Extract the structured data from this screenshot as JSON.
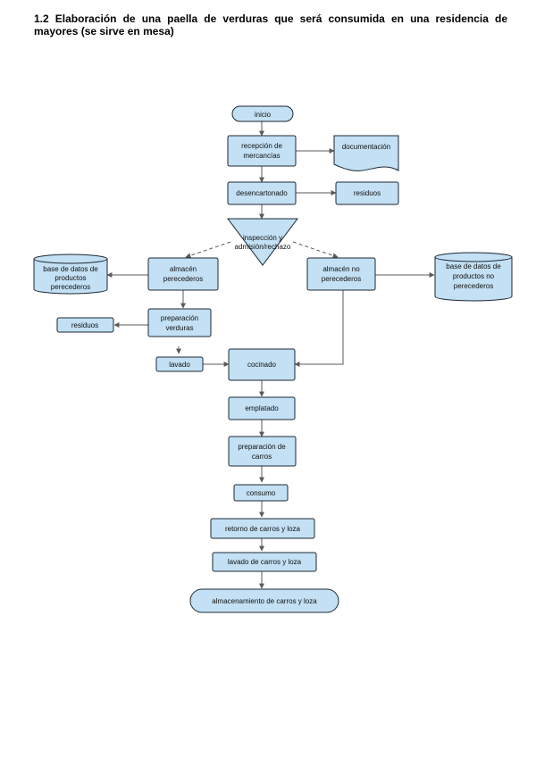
{
  "title": "1.2 Elaboración de una paella de verduras que será consumida en una residencia de mayores (se sirve en mesa)",
  "nodes": {
    "inicio": "inicio",
    "recepcion": [
      "recepción de",
      "mercancías"
    ],
    "documentacion": "documentación",
    "desencartonado": "desencartonado",
    "residuos_1": "residuos",
    "inspeccion": [
      "inspección y",
      "admisión/rechazo"
    ],
    "almacen_perecederos": [
      "almacén",
      "perecederos"
    ],
    "almacen_no_perecederos": [
      "almacén no",
      "perecederos"
    ],
    "bd_perecederos": [
      "base de datos de",
      "productos",
      "perecederos"
    ],
    "bd_no_perecederos": [
      "base de datos de",
      "productos no",
      "perecederos"
    ],
    "preparacion_verduras": [
      "preparación",
      "verduras"
    ],
    "residuos_2": "residuos",
    "lavado": "lavado",
    "cocinado": "cocinado",
    "emplatado": "emplatado",
    "preparacion_carros": [
      "preparación de",
      "carros"
    ],
    "consumo": "consumo",
    "retorno": "retorno de carros y loza",
    "lavado_carros": "lavado de carros y loza",
    "almacenamiento": "almacenamiento de carros y loza"
  },
  "colors": {
    "fill": "#c3e0f4",
    "stroke": "#1d2833",
    "arrow": "#5a5a5a"
  }
}
